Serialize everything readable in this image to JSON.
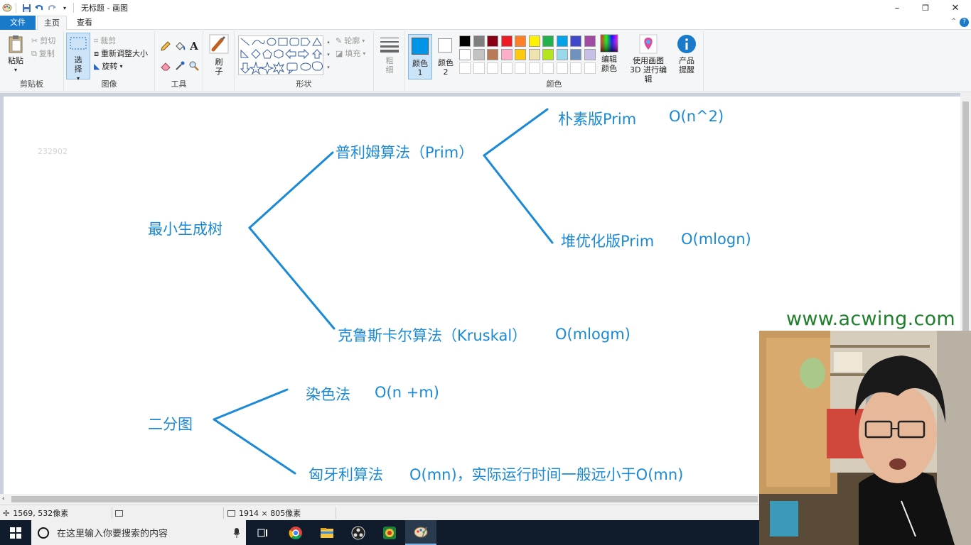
{
  "window": {
    "title": "无标题 - 画图",
    "controls": {
      "minimize": "–",
      "maximize": "❐",
      "close": "✕"
    }
  },
  "menu_tabs": {
    "file": "文件",
    "home": "主页",
    "view": "查看"
  },
  "ribbon": {
    "clipboard": {
      "label": "剪贴板",
      "paste": "粘贴",
      "cut": "剪切",
      "copy": "复制"
    },
    "image": {
      "label": "图像",
      "select": "选择",
      "crop": "裁剪",
      "resize": "重新调整大小",
      "rotate": "旋转"
    },
    "tools": {
      "label": "工具"
    },
    "brushes": {
      "label": "刷子"
    },
    "shapes": {
      "label": "形状",
      "outline": "轮廓",
      "fill": "填充"
    },
    "size": {
      "label": "粗细"
    },
    "colors": {
      "label": "颜色",
      "color1": "颜色 1",
      "color2": "颜色 2",
      "edit_colors": "编辑颜色",
      "palette_row1": [
        "#000000",
        "#7f7f7f",
        "#880015",
        "#ed1c24",
        "#ff7f27",
        "#fff200",
        "#22b14c",
        "#00a2e8",
        "#3f48cc",
        "#a349a4"
      ],
      "palette_row2": [
        "#ffffff",
        "#c3c3c3",
        "#b97a57",
        "#ffaec9",
        "#ffc90e",
        "#efe4b0",
        "#b5e61d",
        "#99d9ea",
        "#7092be",
        "#c8bfe7"
      ]
    },
    "paint3d": "使用画图 3D 进行编辑",
    "product_alert": "产品提醒"
  },
  "canvas_text": {
    "faint_number": "232902",
    "mst": "最小生成树",
    "prim": "普利姆算法（Prim）",
    "prim_naive": "朴素版Prim",
    "prim_naive_complexity": "O(n^2)",
    "prim_heap": "堆优化版Prim",
    "prim_heap_complexity": "O(mlogn)",
    "kruskal": "克鲁斯卡尔算法（Kruskal）",
    "kruskal_complexity": "O(mlogm)",
    "bipartite": "二分图",
    "coloring": "染色法",
    "coloring_complexity": "O(n +m)",
    "hungarian": "匈牙利算法",
    "hungarian_complexity": "O(mn)，实际运行时间一般远小于O(mn)"
  },
  "accent_color": "#1b8ad6",
  "overlay": {
    "watermark": "www.acwing.com"
  },
  "status": {
    "cursor_pos": "1569, 532像素",
    "canvas_size": "1914 × 805像素"
  },
  "taskbar": {
    "search_placeholder": "在这里输入你要搜索的内容",
    "apps": [
      "task-view-icon",
      "chrome-icon",
      "file-explorer-icon",
      "obs-icon",
      "app-icon",
      "paint-icon"
    ]
  }
}
